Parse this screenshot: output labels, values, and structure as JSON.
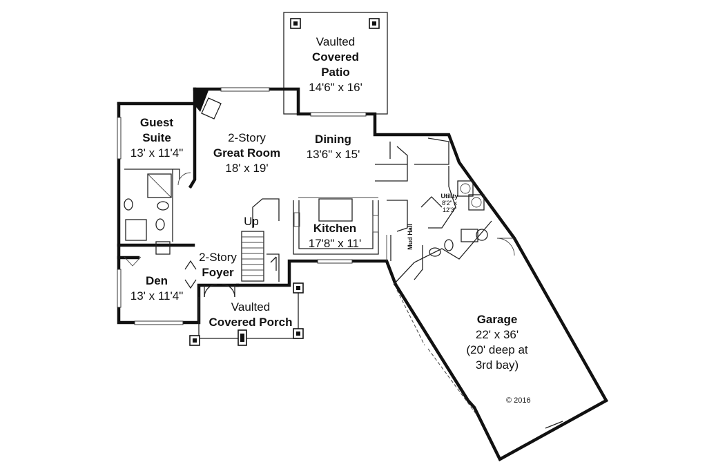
{
  "rooms": {
    "patio": {
      "line1": "Vaulted",
      "name": "Covered Patio",
      "name_l1": "Covered",
      "name_l2": "Patio",
      "dims": "14'6\" x 16'"
    },
    "guest": {
      "name_l1": "Guest",
      "name_l2": "Suite",
      "dims": "13' x 11'4\""
    },
    "great": {
      "line1": "2-Story",
      "name": "Great Room",
      "dims": "18' x 19'"
    },
    "dining": {
      "name": "Dining",
      "dims": "13'6\" x 15'"
    },
    "utility": {
      "name": "Utility",
      "dims_l1": "8'2\" x",
      "dims_l2": "12'3\""
    },
    "kitchen": {
      "name": "Kitchen",
      "dims": "17'8\" x 11'"
    },
    "mudhall": {
      "name": "Mud Hall"
    },
    "foyer": {
      "line1": "2-Story",
      "name": "Foyer"
    },
    "den": {
      "name": "Den",
      "dims": "13' x 11'4\""
    },
    "porch": {
      "line1": "Vaulted",
      "name": "Covered Porch"
    },
    "garage": {
      "name": "Garage",
      "dims": "22' x 36'",
      "note_l1": "(20' deep at",
      "note_l2": "3rd bay)"
    }
  },
  "stair": {
    "label": "Up"
  },
  "copyright": "© 2016"
}
